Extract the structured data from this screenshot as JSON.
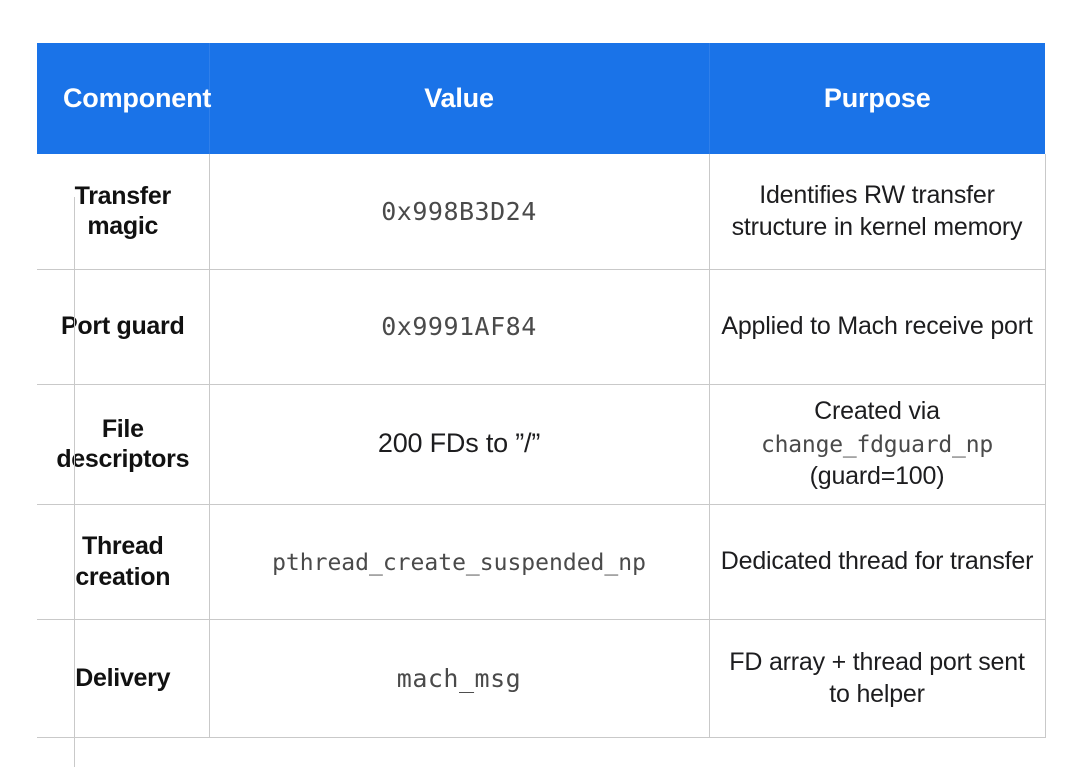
{
  "table": {
    "accent_color": "#1A73E8",
    "header_text_color": "#FFFFFF",
    "border_color": "#C9C9C9",
    "background_color": "#FFFFFF",
    "columns": [
      {
        "key": "component",
        "label": "Component",
        "align": "left"
      },
      {
        "key": "value",
        "label": "Value",
        "align": "center"
      },
      {
        "key": "purpose",
        "label": "Purpose",
        "align": "center"
      }
    ],
    "rows": [
      {
        "component": "Transfer magic",
        "component_lines": [
          "Transfer",
          "magic"
        ],
        "value": "0x998B3D24",
        "value_style": "mono",
        "purpose": "Identifies RW transfer structure in kernel memory",
        "purpose_parts": [
          {
            "text": "Identifies RW transfer structure in kernel memory",
            "style": "sans"
          }
        ]
      },
      {
        "component": "Port guard",
        "component_lines": [
          "Port guard"
        ],
        "value": "0x9991AF84",
        "value_style": "mono",
        "purpose": "Applied to Mach receive port",
        "purpose_parts": [
          {
            "text": "Applied to Mach receive port",
            "style": "sans"
          }
        ]
      },
      {
        "component": "File descriptors",
        "component_lines": [
          "File",
          "descriptors"
        ],
        "value": "200 FDs to ”/”",
        "value_style": "sans",
        "purpose": "Created via change_fdguard_np (guard=100)",
        "purpose_parts": [
          {
            "text": "Created via",
            "style": "sans"
          },
          {
            "text": "change_fdguard_np",
            "style": "mono"
          },
          {
            "text": "(guard=100)",
            "style": "sans"
          }
        ]
      },
      {
        "component": "Thread creation",
        "component_lines": [
          "Thread",
          "creation"
        ],
        "value": "pthread_create_suspended_np",
        "value_style": "mono-tight",
        "purpose": "Dedicated thread for transfer",
        "purpose_parts": [
          {
            "text": "Dedicated thread for transfer",
            "style": "sans"
          }
        ]
      },
      {
        "component": "Delivery",
        "component_lines": [
          "Delivery"
        ],
        "value": "mach_msg",
        "value_style": "mono",
        "purpose": "FD array + thread port sent to helper",
        "purpose_parts": [
          {
            "text": "FD array + thread port sent to helper",
            "style": "sans"
          }
        ]
      }
    ]
  }
}
